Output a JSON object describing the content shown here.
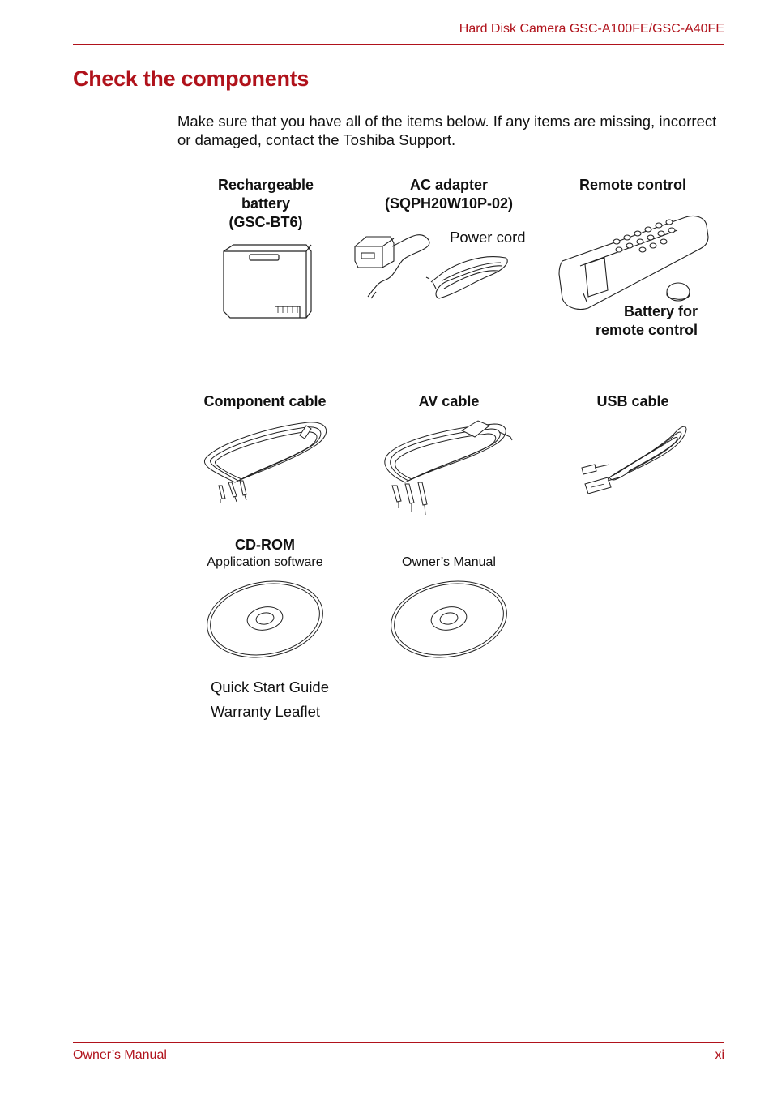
{
  "header": {
    "product": "Hard Disk Camera GSC-A100FE/GSC-A40FE"
  },
  "page": {
    "title": "Check the components",
    "intro": "Make sure that you have all of the items below. If any items are missing, incorrect or damaged, contact the Toshiba Support."
  },
  "items": {
    "battery": {
      "label_line1": "Rechargeable",
      "label_line2": "battery",
      "label_line3": "(GSC-BT6)"
    },
    "ac_adapter": {
      "label_line1": "AC adapter",
      "label_line2": "(SQPH20W10P-02)",
      "power_cord": "Power cord"
    },
    "remote": {
      "label": "Remote control",
      "battery_line1": "Battery for",
      "battery_line2": "remote control"
    },
    "component_cable": {
      "label": "Component cable"
    },
    "av_cable": {
      "label": "AV cable"
    },
    "usb_cable": {
      "label": "USB cable"
    },
    "cdrom_app": {
      "label": "CD-ROM",
      "sub": "Application software"
    },
    "cdrom_manual": {
      "sub": "Owner’s Manual"
    },
    "printed": {
      "line1": "Quick Start Guide",
      "line2": "Warranty Leaflet"
    }
  },
  "footer": {
    "left": "Owner’s Manual",
    "right": "xi"
  },
  "colors": {
    "accent": "#b0121b",
    "text": "#111111"
  }
}
